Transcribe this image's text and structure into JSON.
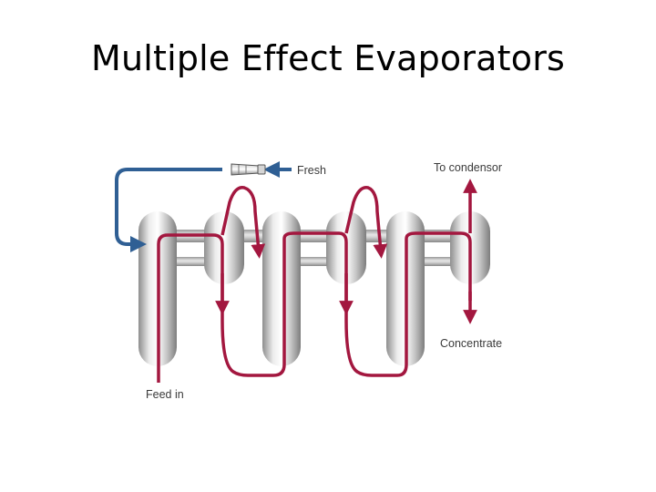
{
  "slide": {
    "title": "Multiple Effect Evaporators"
  },
  "diagram": {
    "labels": {
      "fresh": "Fresh",
      "to_condensor": "To condensor",
      "concentrate": "Concentrate",
      "feed_in": "Feed in"
    },
    "colors": {
      "flow_line": "#a3173f",
      "steam_line": "#2f5f94",
      "vessel": "#b9b9b9"
    },
    "icons": {
      "steam_nozzle": "nozzle-icon"
    }
  }
}
